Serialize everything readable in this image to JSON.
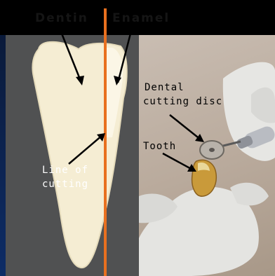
{
  "labels": {
    "dentin": "Dentin",
    "enamel": "Enamel",
    "line_of_cutting_1": "Line of",
    "line_of_cutting_2": "cutting",
    "dental_cutting_disc_1": "Dental",
    "dental_cutting_disc_2": "cutting disc",
    "tooth": "Tooth"
  },
  "colors": {
    "cut_line": "#e8701f",
    "left_background": "#505152",
    "tooth_fill": "#f5edd3"
  }
}
